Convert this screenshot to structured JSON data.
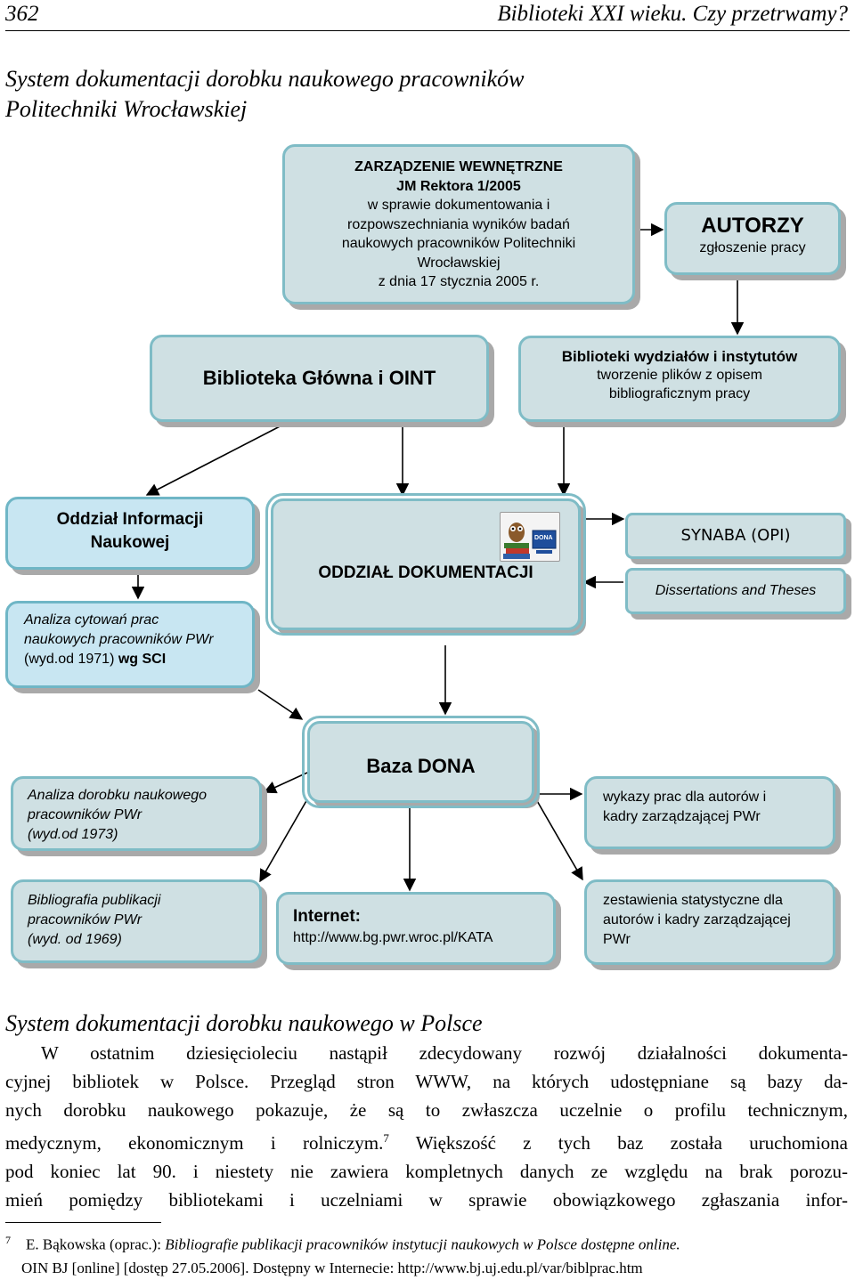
{
  "header": {
    "page_number": "362",
    "running_title": "Biblioteki XXI wieku. Czy przetrwamy?"
  },
  "section1_title": {
    "line1": "System dokumentacji dorobku naukowego pracowników",
    "line2": "Politechniki Wrocławskiej"
  },
  "diagram": {
    "decree": {
      "l1": "ZARZĄDZENIE WEWNĘTRZNE",
      "l2": "JM Rektora 1/2005",
      "l3": "w sprawie dokumentowania i",
      "l4": "rozpowszechniania wyników badań",
      "l5": "naukowych pracowników Politechniki",
      "l6": "Wrocławskiej",
      "l7": "z dnia 17 stycznia 2005 r."
    },
    "authors": {
      "title": "AUTORZY",
      "subtitle": "zgłoszenie pracy"
    },
    "main_library": "Biblioteka Główna i OINT",
    "faculty_libraries": {
      "title": "Biblioteki wydziałów i instytutów",
      "l2": "tworzenie plików z opisem",
      "l3": "bibliograficznym pracy"
    },
    "info_dept": {
      "l1": "Oddział Informacji",
      "l2": "Naukowej"
    },
    "doc_dept": "ODDZIAŁ DOKUMENTACJI",
    "dona_logo_text": "DONA",
    "synaba": "SYNABA (OPI)",
    "dissertations": "Dissertations and Theses",
    "citation_analysis": {
      "l1": "Analiza cytowań prac",
      "l2": "naukowych pracowników PWr",
      "l3a": "(wyd.od 1971) ",
      "l3b": "wg SCI"
    },
    "dona_db": "Baza DONA",
    "output_analysis": {
      "l1": "Analiza dorobku naukowego",
      "l2": "pracowników PWr",
      "l3": "(wyd.od 1973)"
    },
    "lists": {
      "l1": "wykazy prac dla autorów i",
      "l2": "kadry zarządzającej PWr"
    },
    "bibliography": {
      "l1": "Bibliografia publikacji",
      "l2": "pracowników PWr",
      "l3": "(wyd. od 1969)"
    },
    "internet": {
      "title": "Internet:",
      "url": "http://www.bg.pwr.wroc.pl/KATA"
    },
    "statistics": {
      "l1": "zestawienia statystyczne dla",
      "l2": "autorów i kadry zarządzającej",
      "l3": "PWr"
    }
  },
  "section2_title": "System dokumentacji dorobku naukowego w Polsce",
  "paragraph": [
    "W ostatnim dziesięcioleciu nastąpił zdecydowany rozwój działalności dokumenta-",
    "cyjnej bibliotek w Polsce. Przegląd stron WWW, na których udostępniane są bazy da-",
    "nych dorobku naukowego pokazuje, że są to zwłaszcza uczelnie o profilu technicznym,",
    "medycznym, ekonomicznym i rolniczym.",
    "7",
    " Większość z tych baz została uruchomiona",
    "pod koniec lat 90. i niestety nie zawiera kompletnych danych ze względu na brak porozu-",
    "mień pomiędzy bibliotekami i uczelniami w sprawie obowiązkowego zgłaszania infor-"
  ],
  "footnote": {
    "number": "7",
    "author": "E. Bąkowska (oprac.): ",
    "title": "Bibliografie publikacji pracowników instytucji naukowych w Polsce dostępne online.",
    "line2": "OIN BJ [online] [dostęp 27.05.2006]. Dostępny w Internecie: http://www.bj.uj.edu.pl/var/biblprac.htm"
  },
  "colors": {
    "box_fill": "#cfe0e3",
    "box_blue_fill": "#c8e6f2",
    "box_border": "#7fbcc6",
    "shadow": "#a9a9a9"
  }
}
